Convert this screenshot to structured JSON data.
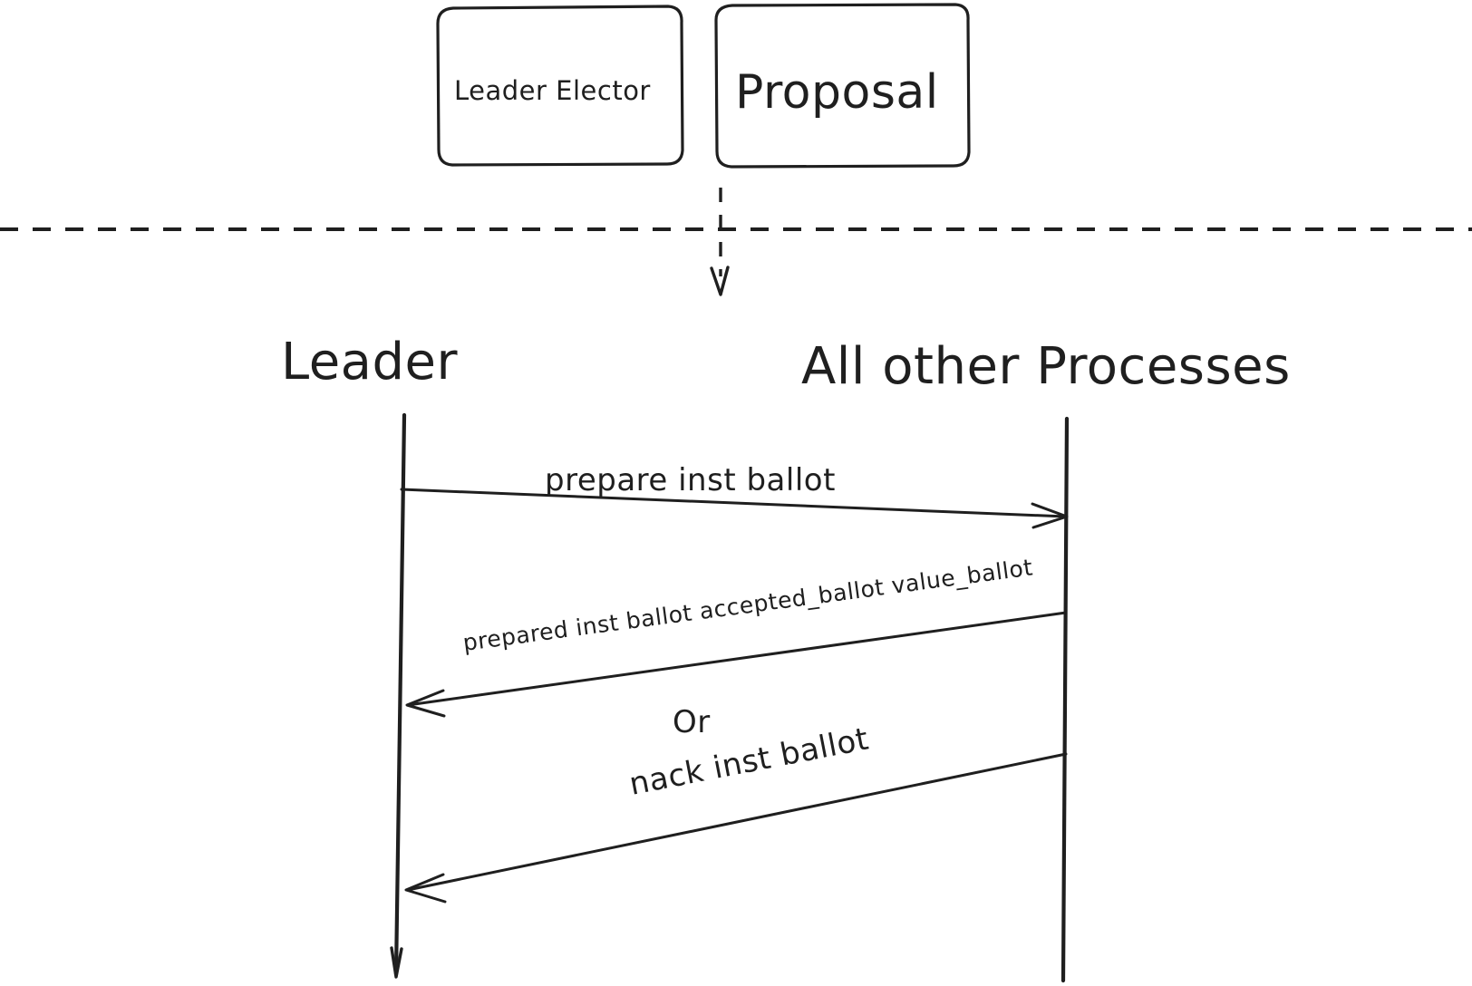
{
  "diagram": {
    "title_boxes": [
      {
        "id": "leader-elector",
        "label": "Leader Elector"
      },
      {
        "id": "proposal",
        "label": "Proposal"
      }
    ],
    "divider": {
      "style": "dashed-horizontal"
    },
    "flow_arrow": {
      "style": "dashed-vertical-arrow",
      "direction": "down"
    },
    "lanes": [
      {
        "id": "leader",
        "label": "Leader"
      },
      {
        "id": "all-other-processes",
        "label": "All other Processes"
      }
    ],
    "messages": [
      {
        "id": "prepare",
        "label": "prepare inst ballot",
        "from": "leader",
        "to": "all-other-processes",
        "direction": "right"
      },
      {
        "id": "prepared",
        "label": "prepared inst ballot accepted_ballot value_ballot",
        "from": "all-other-processes",
        "to": "leader",
        "direction": "left"
      },
      {
        "id": "nack",
        "label": "nack inst ballot",
        "from": "all-other-processes",
        "to": "leader",
        "direction": "left"
      }
    ],
    "connectors": [
      {
        "id": "or-separator",
        "label": "Or"
      }
    ],
    "colors": {
      "ink": "#1f1f1f",
      "background": "#ffffff"
    }
  }
}
